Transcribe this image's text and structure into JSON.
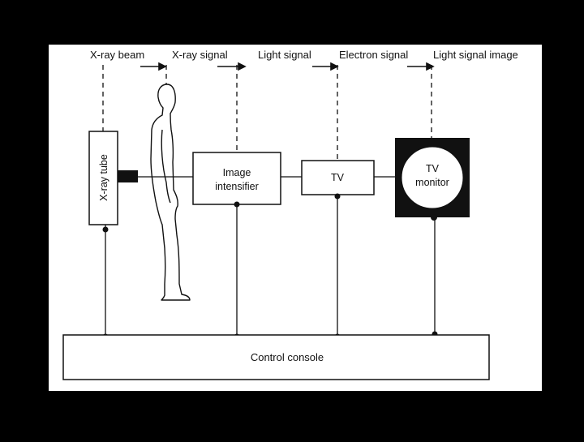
{
  "signal_labels": {
    "xray_beam": "X-ray beam",
    "xray_signal": "X-ray signal",
    "light_signal": "Light signal",
    "electron_signal": "Electron signal",
    "light_signal_image": "Light signal image"
  },
  "components": {
    "xray_tube": "X-ray tube",
    "image_intensifier_line1": "Image",
    "image_intensifier_line2": "intensifier",
    "tv": "TV",
    "tv_monitor_line1": "TV",
    "tv_monitor_line2": "monitor",
    "control_console": "Control console"
  },
  "colors": {
    "background": "#000000",
    "panel": "#ffffff",
    "ink": "#111111"
  },
  "icons": [
    "arrow-right-icon",
    "patient-figure"
  ]
}
